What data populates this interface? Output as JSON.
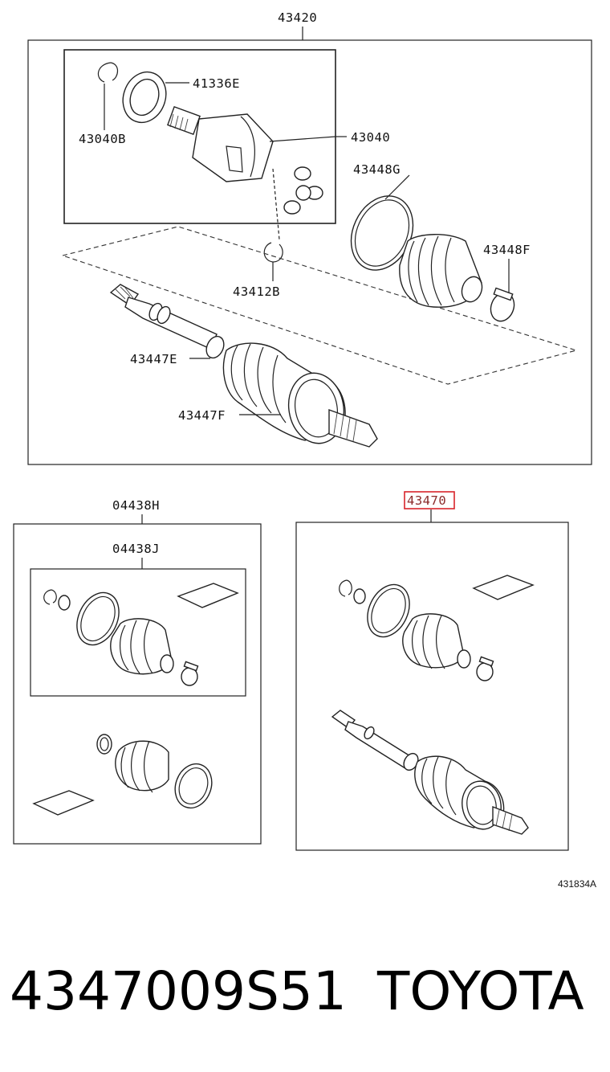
{
  "diagram": {
    "labels": {
      "assembly_top": "43420",
      "p41336e": "41336E",
      "p43040b": "43040B",
      "p43040": "43040",
      "p43448g": "43448G",
      "p43448f": "43448F",
      "p43412b": "43412B",
      "p43447e": "43447E",
      "p43447f": "43447F",
      "kit_outer": "04438H",
      "kit_inner": "04438J",
      "highlighted": "43470"
    },
    "highlight_color": "#d9242b",
    "image_code": "431834A"
  },
  "footer": {
    "part_number": "4347009S51",
    "brand": "TOYOTA"
  }
}
